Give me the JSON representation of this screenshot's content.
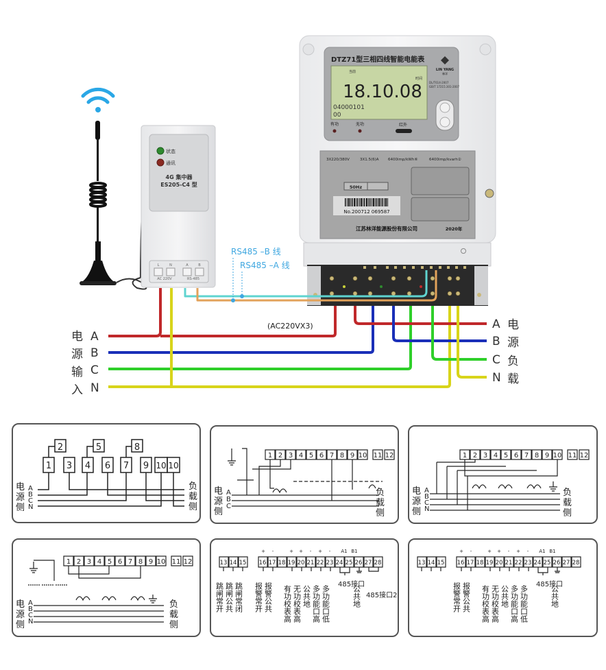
{
  "colors": {
    "phase_a": "#c0282a",
    "phase_b": "#1a2fb8",
    "phase_c": "#2fcf2a",
    "neutral": "#d8d41a",
    "rs485_b": "#5fd4d0",
    "rs485_a": "#e2a25a",
    "rs485_label": "#3fa7e0",
    "wifi": "#2aa7e6",
    "lcd": "#c7d6a4",
    "meter_face": "#a6a6a6"
  },
  "wifi_icon": "wifi-signal-icon",
  "concentrator": {
    "status_label": "状态",
    "comm_label": "通讯",
    "name": "4G 集中器",
    "model": "ES205-C4 型",
    "terminal_labels": [
      "L",
      "N",
      "A",
      "B"
    ],
    "bottom_labels": [
      "AC 220V",
      "RS-485"
    ]
  },
  "meter": {
    "title": "DTZ71型三相四线智能电能表",
    "brand": "LIN YANG",
    "brand_cn": "林洋",
    "lcd_top_label": "当前",
    "lcd_right_label": "时间",
    "lcd_value": "18.10.08",
    "lcd_code1": "04000101",
    "lcd_code2": "00",
    "standards": [
      "DL/T614-2007",
      "GB/T 17215.301-2007"
    ],
    "indicator_active": "有功",
    "indicator_reactive": "无功",
    "infrared": "红外",
    "spec_voltage": "3X220/380V",
    "spec_current": "3X1.5(6)A",
    "spec_const_active": "6400imp/kWh⑥",
    "spec_const_reactive": "6400imp/kvarh②",
    "frequency": "50Hz",
    "serial": "No.200712 069587",
    "manufacturer": "江苏林洋能源股份有限公司",
    "year": "2020年"
  },
  "annotations": {
    "rs485_b": "RS485 –B 线",
    "rs485_a": "RS485 –A 线",
    "ac_voltage": "(AC220VX3)"
  },
  "source_side": {
    "label_chars": [
      "电",
      "源",
      "输",
      "入"
    ],
    "phases": [
      "A",
      "B",
      "C",
      "N"
    ]
  },
  "load_side": {
    "phases": [
      "A",
      "B",
      "C",
      "N"
    ],
    "label_chars": [
      "电",
      "源",
      "负",
      "载"
    ]
  },
  "diagrams": [
    {
      "id": "direct-connection",
      "terminals": [
        "1",
        "2",
        "3",
        "4",
        "5",
        "6",
        "7",
        "8",
        "9",
        "10",
        "10"
      ],
      "left_label": [
        "电",
        "源",
        "侧"
      ],
      "right_label": [
        "负",
        "载",
        "侧"
      ],
      "phases": [
        "A",
        "B",
        "C",
        "N"
      ]
    },
    {
      "id": "three-phase-three-wire-ct-pt",
      "terminals": [
        "1",
        "2",
        "3",
        "4",
        "5",
        "6",
        "7",
        "8",
        "9",
        "10",
        "11",
        "12"
      ],
      "left_label": [
        "电",
        "源",
        "侧"
      ],
      "right_label": [
        "负",
        "载",
        "侧"
      ],
      "phases": [
        "A",
        "B",
        "C"
      ]
    },
    {
      "id": "three-phase-four-wire-ct",
      "terminals": [
        "1",
        "2",
        "3",
        "4",
        "5",
        "6",
        "7",
        "8",
        "9",
        "10",
        "11",
        "12"
      ],
      "left_label": [
        "电",
        "源",
        "侧"
      ],
      "right_label": [
        "负",
        "载",
        "侧"
      ],
      "phases": [
        "A",
        "B",
        "C",
        "N"
      ]
    },
    {
      "id": "three-phase-four-wire-ct-pt",
      "terminals": [
        "1",
        "2",
        "3",
        "4",
        "5",
        "6",
        "7",
        "8",
        "9",
        "10",
        "11",
        "12"
      ],
      "left_label": [
        "电",
        "源",
        "侧"
      ],
      "right_label": [
        "负",
        "载",
        "侧"
      ],
      "phases": [
        "A",
        "B",
        "C",
        "N"
      ]
    },
    {
      "id": "auxiliary-terminals-full",
      "signs": [
        "+",
        "-",
        "+",
        "+",
        "-",
        "+",
        "-",
        "A1",
        "B1"
      ],
      "terminals": [
        "13",
        "14",
        "15",
        "16",
        "17",
        "18",
        "19",
        "20",
        "21",
        "22",
        "23",
        "24",
        "25",
        "26",
        "27",
        "28"
      ],
      "descriptions": [
        {
          "text": "跳闸常开"
        },
        {
          "text": "跳闸公共"
        },
        {
          "text": "跳闸常闭"
        },
        {
          "text": "报警常开"
        },
        {
          "text": "报警公共"
        },
        {
          "text": "有功校表高"
        },
        {
          "text": "无功校表高"
        },
        {
          "text": "公共地"
        },
        {
          "text": "多功能口高"
        },
        {
          "text": "多功能口低"
        },
        {
          "text": "485接口"
        },
        {
          "text": "公共地"
        },
        {
          "text": "485接口2"
        }
      ]
    },
    {
      "id": "auxiliary-terminals-basic",
      "signs": [
        "+",
        "-",
        "+",
        "+",
        "-",
        "+",
        "-",
        "A1",
        "B1"
      ],
      "terminals": [
        "13",
        "14",
        "15",
        "16",
        "17",
        "18",
        "19",
        "20",
        "21",
        "22",
        "23",
        "24",
        "25",
        "26",
        "27",
        "28"
      ],
      "descriptions": [
        {
          "text": "报警常开"
        },
        {
          "text": "报警公共"
        },
        {
          "text": "有功校表高"
        },
        {
          "text": "无功校表高"
        },
        {
          "text": "公共地"
        },
        {
          "text": "多功能口高"
        },
        {
          "text": "多功能口低"
        },
        {
          "text": "485接口"
        },
        {
          "text": "公共地"
        }
      ]
    }
  ]
}
